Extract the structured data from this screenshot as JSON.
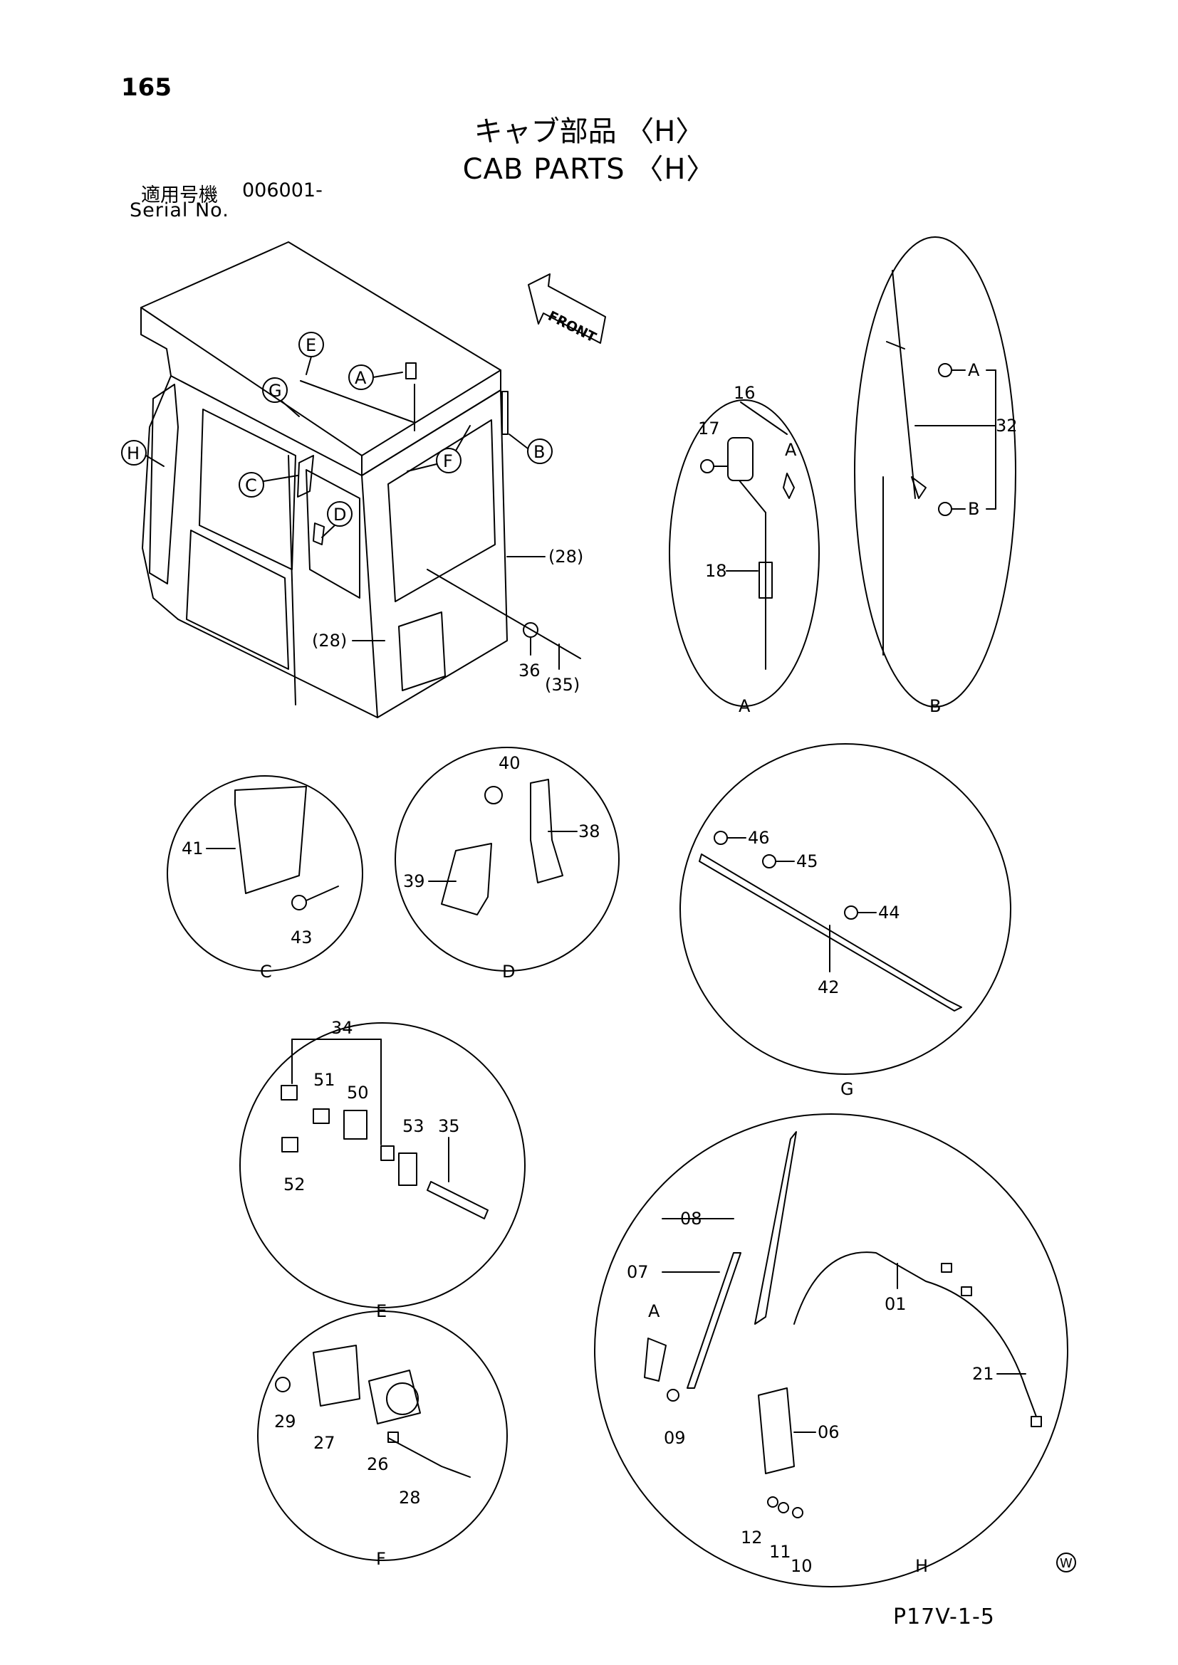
{
  "page": {
    "number": "165",
    "title_jp": "キャブ部品 〈H〉",
    "title_en": "CAB PARTS 〈H〉",
    "serial_label_jp": "適用号機",
    "serial_value": "006001-",
    "serial_label_en": "Serial No.",
    "page_code": "P17V-1-5",
    "corner_mark": "W"
  },
  "main_view": {
    "front_label": "FRONT",
    "detail_markers": [
      "A",
      "B",
      "C",
      "D",
      "E",
      "F",
      "G",
      "H"
    ],
    "callouts": [
      "(28)",
      "(28)",
      "36",
      "(35)"
    ]
  },
  "details": {
    "A": {
      "label": "A",
      "parts": [
        "16",
        "17",
        "18"
      ],
      "ref": "A"
    },
    "B": {
      "label": "B",
      "parts": [
        "32"
      ],
      "refs": [
        "A",
        "B"
      ]
    },
    "C": {
      "label": "C",
      "parts": [
        "41",
        "43"
      ]
    },
    "D": {
      "label": "D",
      "parts": [
        "40",
        "38",
        "39"
      ]
    },
    "G": {
      "label": "G",
      "parts": [
        "46",
        "45",
        "44",
        "42"
      ]
    },
    "E": {
      "label": "E",
      "parts": [
        "34",
        "51",
        "50",
        "53",
        "35",
        "52"
      ]
    },
    "F": {
      "label": "F",
      "parts": [
        "29",
        "27",
        "26",
        "28"
      ]
    },
    "H": {
      "label": "H",
      "parts": [
        "08",
        "07",
        "01",
        "21",
        "09",
        "06",
        "12",
        "11",
        "10"
      ],
      "ref": "A"
    }
  }
}
